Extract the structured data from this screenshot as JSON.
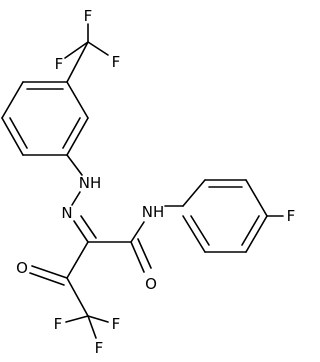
{
  "atoms": {
    "f_cf3_top": "F",
    "f_cf3_left": "F",
    "f_cf3_right": "F",
    "hydrazone_nh": "NH",
    "imine_n": "N",
    "amide_nh": "NH",
    "f_para": "F",
    "ketone_o": "O",
    "amide_o": "O",
    "f_bottom_left": "F",
    "f_bottom_center": "F",
    "f_bottom_right": "F"
  },
  "colors": {
    "bond": "#000000",
    "label": "#000000",
    "background": "#ffffff"
  }
}
